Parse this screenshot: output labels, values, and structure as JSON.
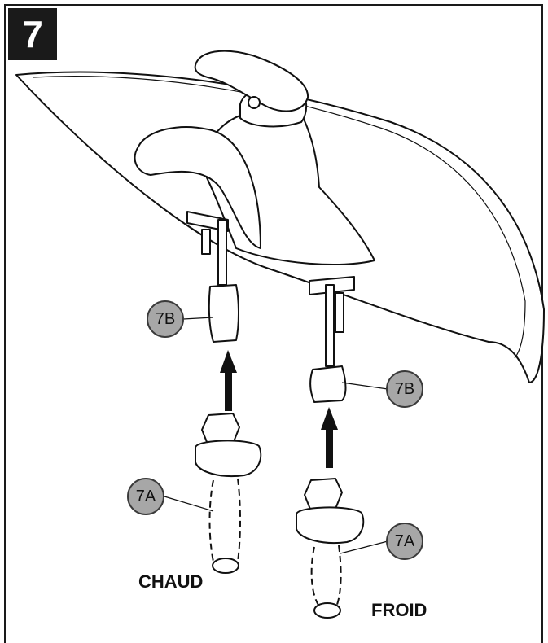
{
  "step": {
    "number": "7"
  },
  "callouts": {
    "hot_nut": "7B",
    "cold_nut": "7B",
    "hot_supply": "7A",
    "cold_supply": "7A"
  },
  "labels": {
    "hot": "CHAUD",
    "cold": "FROID"
  },
  "colors": {
    "callout_fill": "#a7a7a7",
    "ink": "#1a1a1a"
  }
}
